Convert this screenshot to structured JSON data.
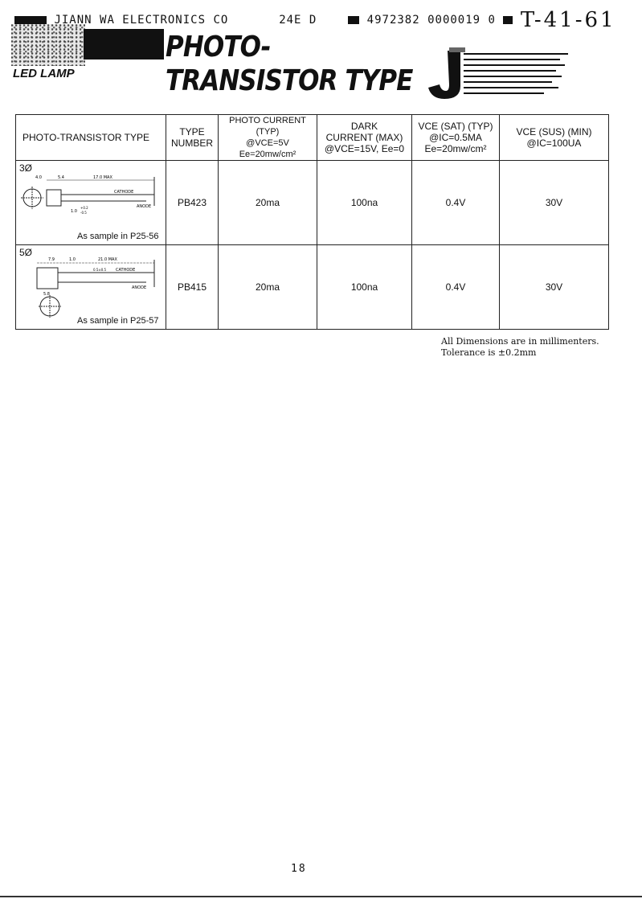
{
  "header": {
    "company": "JIANN WA ELECTRONICS CO",
    "code1": "24E D",
    "code2": "4972382 0000019 0",
    "handwritten": "T-41-61"
  },
  "title": {
    "line1": "PHOTO-",
    "line2": "TRANSISTOR TYPE",
    "category": "LED LAMP"
  },
  "table": {
    "headers": {
      "type": "PHOTO-TRANSISTOR   TYPE",
      "number_1": "TYPE",
      "number_2": "NUMBER",
      "photo_1": "PHOTO CURRENT (TYP)",
      "photo_2": "@VCE=5V",
      "photo_3": "Ee=20mw/cm²",
      "dark_1": "DARK",
      "dark_2": "CURRENT (MAX)",
      "dark_3": "@VCE=15V, Ee=0",
      "vcesat_1": "VCE (SAT) (TYP)",
      "vcesat_2": "@IC=0.5MA",
      "vcesat_3": "Ee=20mw/cm²",
      "vcesus_1": "VCE (SUS) (MIN)",
      "vcesus_2": "@IC=100UA"
    },
    "rows": [
      {
        "size": "3Ø",
        "sample": "As sample in P25-56",
        "number": "PB423",
        "photo": "20ma",
        "dark": "100na",
        "vcesat": "0.4V",
        "vcesus": "30V",
        "dims": {
          "d1": "4.0",
          "d2": "5.4",
          "len": "17.0 MAX",
          "cath": "CATHODE",
          "anode": "ANODE",
          "lead": "1.0",
          "tol": "+0.2",
          "tol2": "-0.5"
        }
      },
      {
        "size": "5Ø",
        "sample": "As sample in P25-57",
        "number": "PB415",
        "photo": "20ma",
        "dark": "100na",
        "vcesat": "0.4V",
        "vcesus": "30V",
        "dims": {
          "d1": "7.9",
          "d2": "1.0",
          "len": "21.0 MAX",
          "cath": "CATHODE",
          "anode": "ANODE",
          "lead": "5.8",
          "tol": "0.5±0.5"
        }
      }
    ]
  },
  "note": {
    "line1": "All Dimensions are in millimenters.",
    "line2": "Tolerance is ±0.2mm"
  },
  "page_number": "18"
}
